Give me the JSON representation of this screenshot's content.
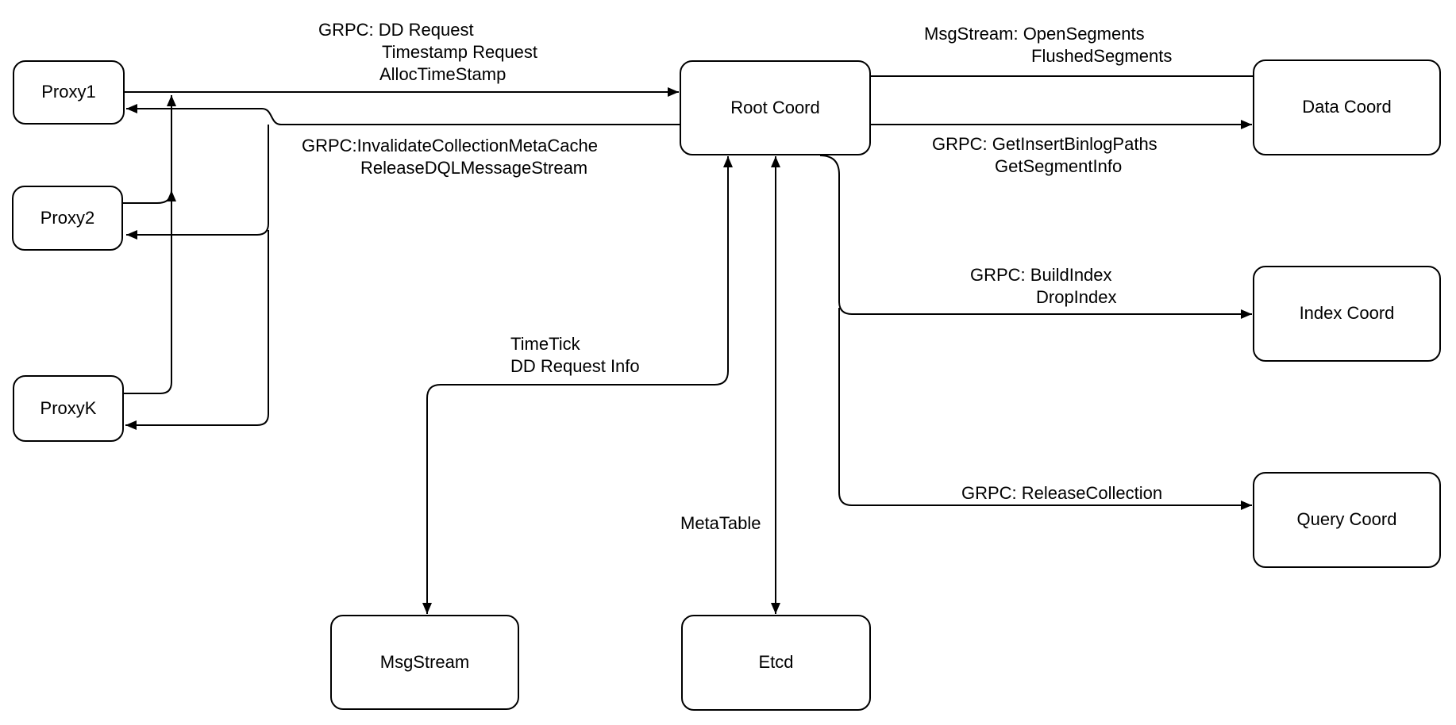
{
  "diagram": {
    "type": "architecture-flowchart",
    "colors": {
      "background": "#ffffff",
      "node_fill": "#ffffff",
      "node_stroke": "#000000",
      "edge_stroke": "#000000",
      "text": "#000000"
    },
    "nodes": [
      {
        "id": "proxy1",
        "label": "Proxy1"
      },
      {
        "id": "proxy2",
        "label": "Proxy2"
      },
      {
        "id": "proxyk",
        "label": "ProxyK"
      },
      {
        "id": "rootcoord",
        "label": "Root Coord"
      },
      {
        "id": "datacoord",
        "label": "Data Coord"
      },
      {
        "id": "indexcoord",
        "label": "Index Coord"
      },
      {
        "id": "querycoord",
        "label": "Query Coord"
      },
      {
        "id": "msgstream",
        "label": "MsgStream"
      },
      {
        "id": "etcd",
        "label": "Etcd"
      }
    ],
    "labels": {
      "dd-request": {
        "lines": [
          "GRPC: DD Request",
          "Timestamp Request",
          "AllocTimeStamp"
        ]
      },
      "invalidate-cache": {
        "lines": [
          "GRPC:InvalidateCollectionMetaCache",
          "ReleaseDQLMessageStream"
        ]
      },
      "msgstream-segments": {
        "lines": [
          "MsgStream: OpenSegments",
          "FlushedSegments"
        ]
      },
      "get-insert-binlog": {
        "lines": [
          "GRPC: GetInsertBinlogPaths",
          "GetSegmentInfo"
        ]
      },
      "build-index": {
        "lines": [
          "GRPC: BuildIndex",
          "DropIndex"
        ]
      },
      "release-collection": {
        "lines": [
          "GRPC: ReleaseCollection"
        ]
      },
      "timetick": {
        "lines": [
          "TimeTick",
          "DD Request Info"
        ]
      },
      "metatable": {
        "lines": [
          "MetaTable"
        ]
      }
    },
    "edges": [
      {
        "from": "Proxy1, Proxy2, ProxyK",
        "to": "Root Coord",
        "label": "dd-request",
        "direction": "one-way"
      },
      {
        "from": "Root Coord",
        "to": "Proxy1, Proxy2, ProxyK",
        "label": "invalidate-cache",
        "direction": "one-way"
      },
      {
        "from": "Data Coord",
        "to": "Root Coord",
        "label": "msgstream-segments",
        "direction": "one-way"
      },
      {
        "from": "Root Coord",
        "to": "Data Coord",
        "label": "get-insert-binlog",
        "direction": "one-way"
      },
      {
        "from": "Root Coord",
        "to": "Index Coord",
        "label": "build-index",
        "direction": "one-way"
      },
      {
        "from": "Root Coord",
        "to": "Query Coord",
        "label": "release-collection",
        "direction": "one-way"
      },
      {
        "from": "Root Coord",
        "to": "MsgStream",
        "label": "timetick",
        "direction": "two-way"
      },
      {
        "from": "Root Coord",
        "to": "Etcd",
        "label": "metatable",
        "direction": "two-way"
      }
    ]
  }
}
